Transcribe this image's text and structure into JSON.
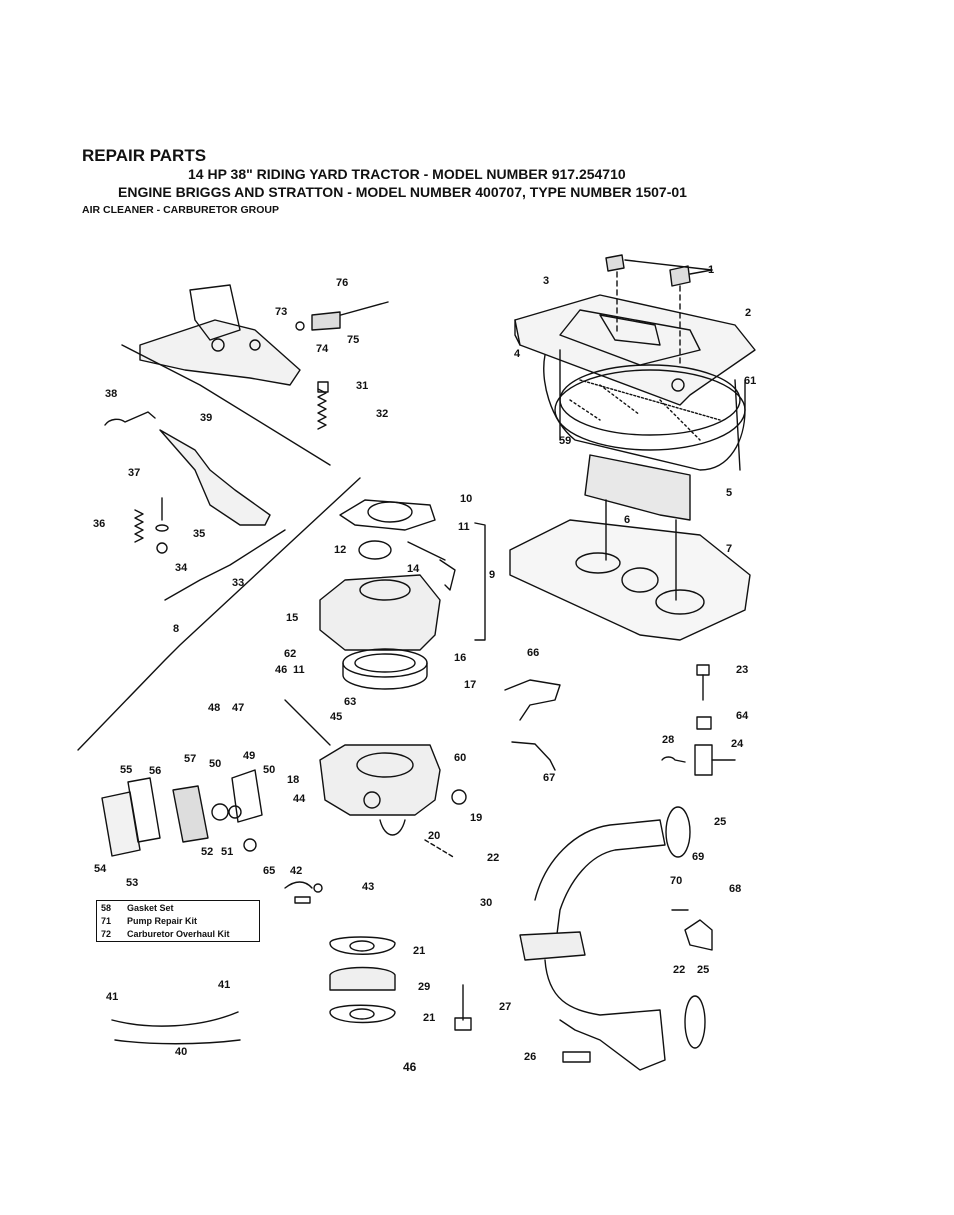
{
  "header": {
    "title": "REPAIR PARTS",
    "line1": "14 HP 38\" RIDING YARD TRACTOR - MODEL NUMBER 917.254710",
    "line2": "ENGINE BRIGGS AND STRATTON - MODEL NUMBER 400707, TYPE NUMBER 1507-01",
    "group": "AIR CLEANER - CARBURETOR GROUP"
  },
  "kits": [
    {
      "num": "58",
      "label": "Gasket Set"
    },
    {
      "num": "71",
      "label": "Pump Repair Kit"
    },
    {
      "num": "72",
      "label": "Carburetor Overhaul Kit"
    }
  ],
  "callouts": [
    "1",
    "2",
    "3",
    "4",
    "61",
    "59",
    "5",
    "6",
    "7",
    "76",
    "73",
    "74",
    "75",
    "31",
    "32",
    "38",
    "39",
    "37",
    "36",
    "35",
    "34",
    "33",
    "8",
    "10",
    "11",
    "12",
    "14",
    "9",
    "15",
    "62",
    "16",
    "46",
    "11",
    "17",
    "63",
    "45",
    "48",
    "47",
    "49",
    "57",
    "50",
    "50",
    "18",
    "44",
    "55",
    "56",
    "19",
    "20",
    "22",
    "60",
    "66",
    "67",
    "23",
    "64",
    "28",
    "24",
    "25",
    "69",
    "70",
    "68",
    "54",
    "53",
    "52",
    "51",
    "65",
    "42",
    "43",
    "30",
    "21",
    "29",
    "21",
    "27",
    "22",
    "25",
    "26",
    "41",
    "41",
    "40"
  ],
  "page_number": "46"
}
